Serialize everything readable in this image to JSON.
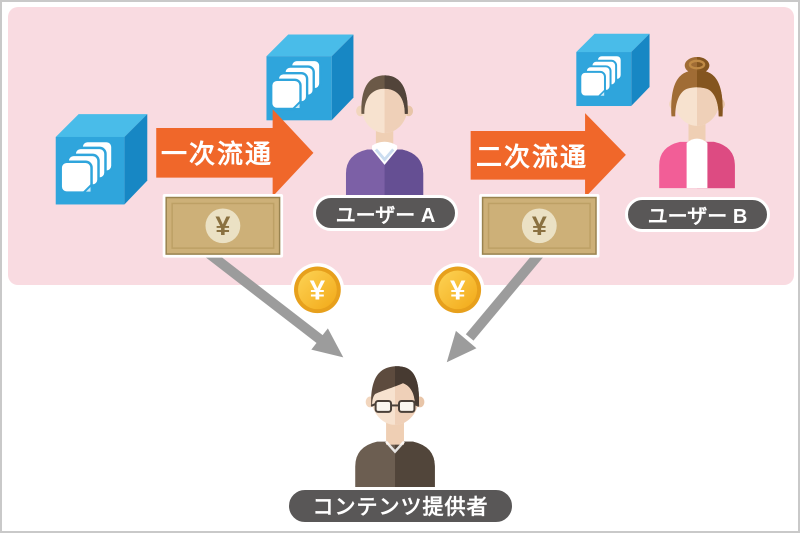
{
  "panel": {
    "color": "#f9dbe1"
  },
  "flows": [
    {
      "label": "一次流通",
      "color": "#f0672a"
    },
    {
      "label": "二次流通",
      "color": "#f0672a"
    }
  ],
  "actors": {
    "user_a": {
      "label": "ユーザー A"
    },
    "user_b": {
      "label": "ユーザー B"
    },
    "provider": {
      "label": "コンテンツ提供者"
    }
  },
  "currency": {
    "yen": "¥"
  },
  "icons": {
    "content_cube": "content-cube-icon",
    "banknote": "banknote-icon",
    "coin": "yen-coin-icon",
    "flow_arrow": "flow-arrow-icon",
    "payment_arrow": "payment-arrow-icon"
  },
  "colors": {
    "label_pill": "#595757",
    "cube_top": "#49bce9",
    "cube_front": "#2fa5dc",
    "cube_side": "#1787c4",
    "coin_ring": "#e7a01c",
    "coin_face": "#f5b222",
    "bill_body": "#cdb078",
    "bill_symbol": "#8a7140",
    "payment_arrow": "#9c9c9c",
    "border": "#c9c9c9"
  }
}
